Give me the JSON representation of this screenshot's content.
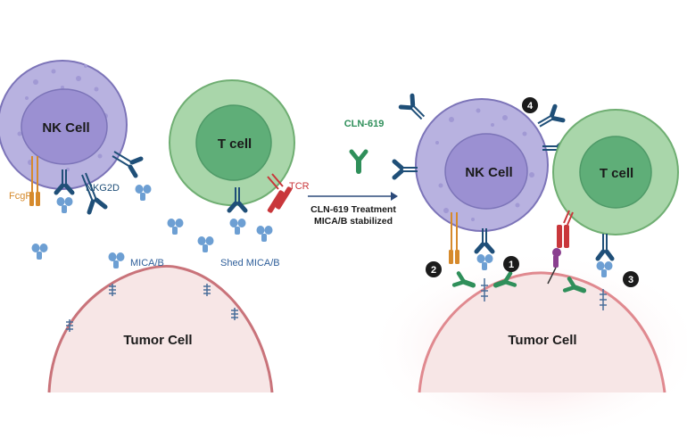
{
  "left_panel": {
    "nk_cell_label": "NK Cell",
    "t_cell_label": "T cell",
    "fcgr_label": "FcgR",
    "nkg2d_label": "NKG2D",
    "tcr_label": "TCR",
    "mica_label": "MICA/B",
    "shed_mica_label": "Shed MICA/B",
    "tumor_cell_label": "Tumor Cell"
  },
  "center": {
    "drug_label": "CLN-619",
    "arrow_caption_line1": "CLN-619 Treatment",
    "arrow_caption_line2": "MICA/B stabilized"
  },
  "right_panel": {
    "nk_cell_label": "NK Cell",
    "t_cell_label": "T cell",
    "tumor_cell_label": "Tumor Cell",
    "badges": [
      "1",
      "2",
      "3",
      "4"
    ]
  },
  "colors": {
    "nk_cell": "#b8b2e0",
    "nk_nucleus": "#9b90d2",
    "t_cell": "#a9d6aa",
    "t_nucleus": "#5fae78",
    "tumor_membrane": "#c9737a",
    "tumor_fill": "#f7e6e6",
    "receptor_blue": "#1f4f78",
    "mica_blue": "#6d9fd3",
    "fcgr_orange": "#d68a2c",
    "tcr_red": "#c9373b",
    "antibody_green": "#2f8f5a",
    "badge": "#1b1b1b"
  }
}
